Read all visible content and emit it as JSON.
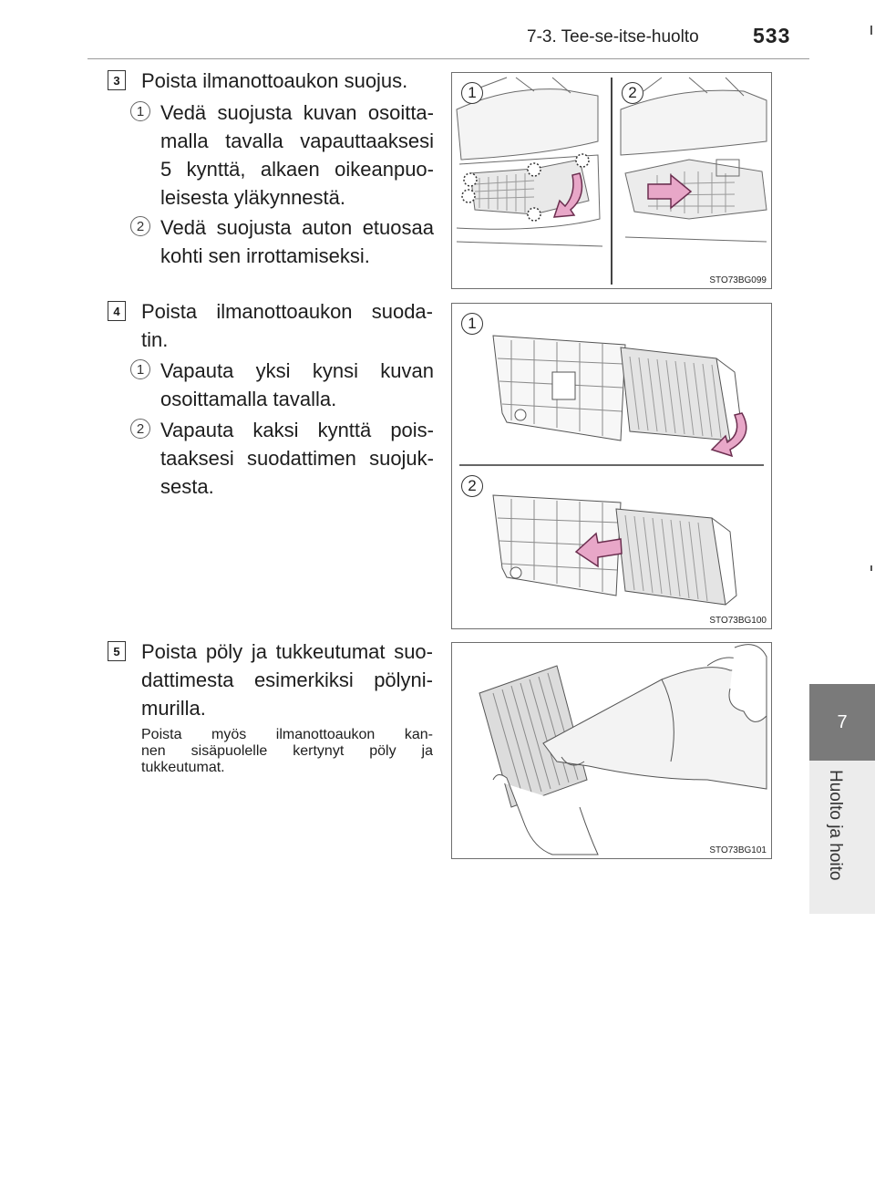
{
  "header": {
    "section_title": "7-3. Tee-se-itse-huolto",
    "page_number": "533"
  },
  "side_tab": {
    "chapter_number": "7",
    "chapter_title": "Huolto ja hoito"
  },
  "steps": [
    {
      "number": "3",
      "text_lines": [
        "Poista ilmanottoaukon suojus."
      ],
      "substeps": [
        {
          "number": "1",
          "lines": [
            "Vedä suojusta kuvan osoitta-",
            "malla tavalla vapauttaaksesi",
            "5 kynttä, alkaen oikeanpuo-",
            "leisesta yläkynnestä."
          ]
        },
        {
          "number": "2",
          "lines": [
            "Vedä suojusta auton etuosaa",
            "kohti sen irrottamiseksi."
          ]
        }
      ],
      "figure": {
        "code": "STO73BG099",
        "labels": [
          "1",
          "2"
        ]
      }
    },
    {
      "number": "4",
      "text_lines": [
        "Poista ilmanottoaukon suoda-",
        "tin."
      ],
      "substeps": [
        {
          "number": "1",
          "lines": [
            "Vapauta yksi kynsi kuvan",
            "osoittamalla tavalla."
          ]
        },
        {
          "number": "2",
          "lines": [
            "Vapauta kaksi kynttä pois-",
            "taaksesi suodattimen suojuk-",
            "sesta."
          ]
        }
      ],
      "figure": {
        "code": "STO73BG100",
        "labels": [
          "1",
          "2"
        ]
      }
    },
    {
      "number": "5",
      "text_lines": [
        "Poista pöly ja tukkeutumat suo-",
        "dattimesta esimerkiksi pölyni-",
        "murilla."
      ],
      "note_lines": [
        "Poista myös ilmanottoaukon kan-",
        "nen sisäpuolelle kertynyt pöly ja",
        "tukkeutumat."
      ],
      "figure": {
        "code": "STO73BG101"
      }
    }
  ],
  "colors": {
    "arrow_fill": "#e8a7c8",
    "arrow_stroke": "#6b2e4f",
    "tab_gray": "#7a7a7a"
  }
}
